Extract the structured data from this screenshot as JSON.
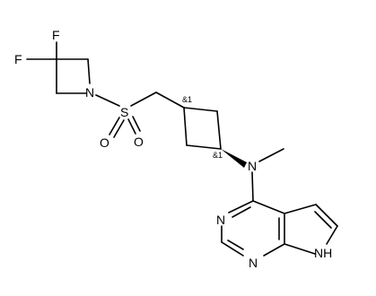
{
  "diagram": {
    "atoms": {
      "f_top": "F",
      "f_left": "F",
      "n_azetidine": "N",
      "s_sulfonyl": "S",
      "o_lower_left": "O",
      "o_lower_right": "O",
      "n_methylamine": "N",
      "n_pyrimidine_top": "N",
      "n_pyrimidine_bottom": "N",
      "nh_pyrrole": "NH"
    },
    "stereo": {
      "upper_center": "&1",
      "lower_center": "&1"
    }
  }
}
